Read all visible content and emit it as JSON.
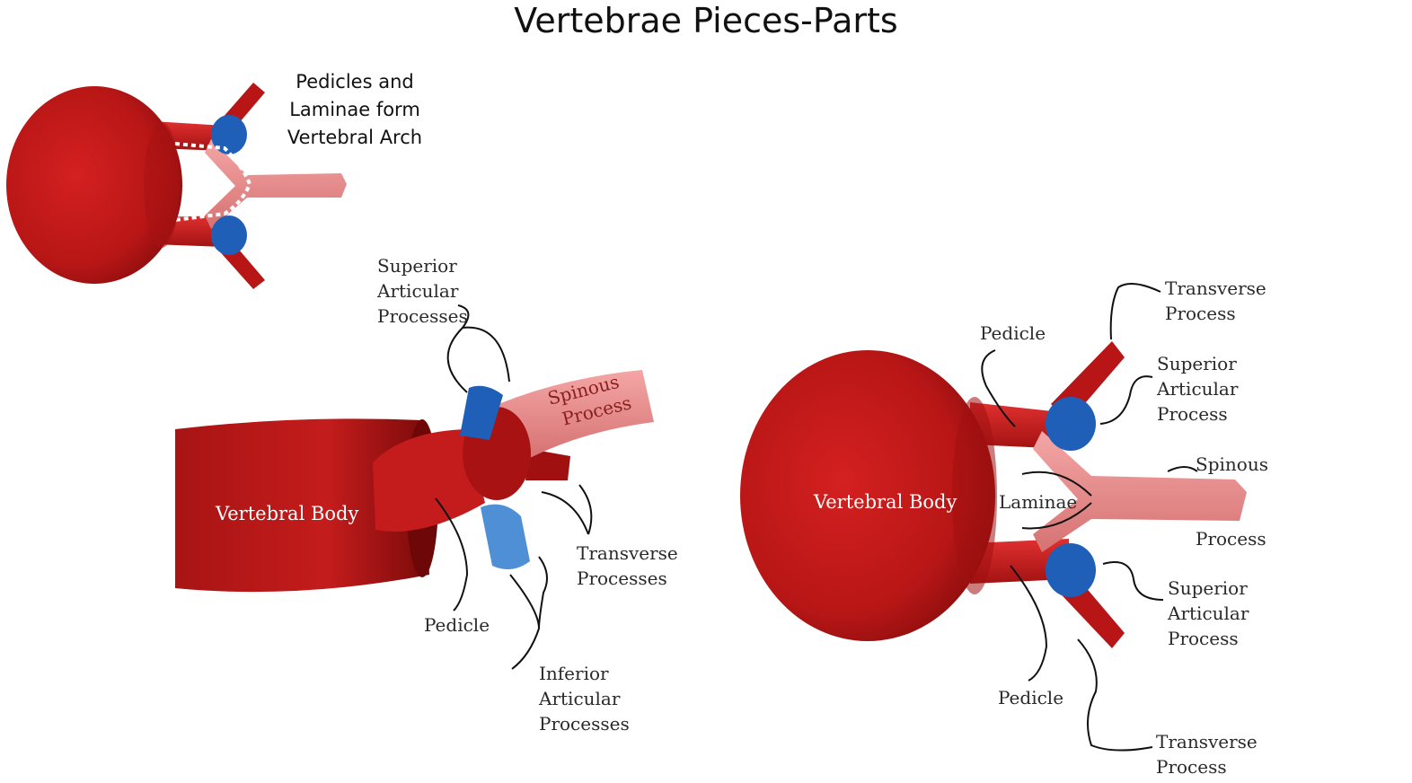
{
  "title": "Vertebrae Pieces-Parts",
  "top_left_note": [
    "Pedicles and",
    "Laminae form",
    "Vertebral Arch"
  ],
  "side_view": {
    "superior_articular": [
      "Superior",
      "Articular",
      "Processes"
    ],
    "spinous": [
      "Spinous",
      "Process"
    ],
    "transverse": [
      "Transverse",
      "Processes"
    ],
    "vertebral_body": "Vertebral Body",
    "pedicle": "Pedicle",
    "inferior_articular": [
      "Inferior",
      "Articular",
      "Processes"
    ]
  },
  "top_view": {
    "transverse_top": [
      "Transverse",
      "Process"
    ],
    "pedicle_top": "Pedicle",
    "superior_top": [
      "Superior",
      "Articular",
      "Process"
    ],
    "spinous": [
      "Spinous",
      "Process"
    ],
    "vertebral_body": "Vertebral Body",
    "laminae": "Laminae",
    "superior_bottom": [
      "Superior",
      "Articular",
      "Process"
    ],
    "pedicle_bottom": "Pedicle",
    "transverse_bottom": [
      "Transverse",
      "Process"
    ]
  },
  "colors": {
    "bone_red": "#c81c1c",
    "bone_dark": "#8e0f0f",
    "lamina_pink": "#e88a8a",
    "articular_blue": "#1f5fb8",
    "articular_light": "#4f8fd6"
  }
}
